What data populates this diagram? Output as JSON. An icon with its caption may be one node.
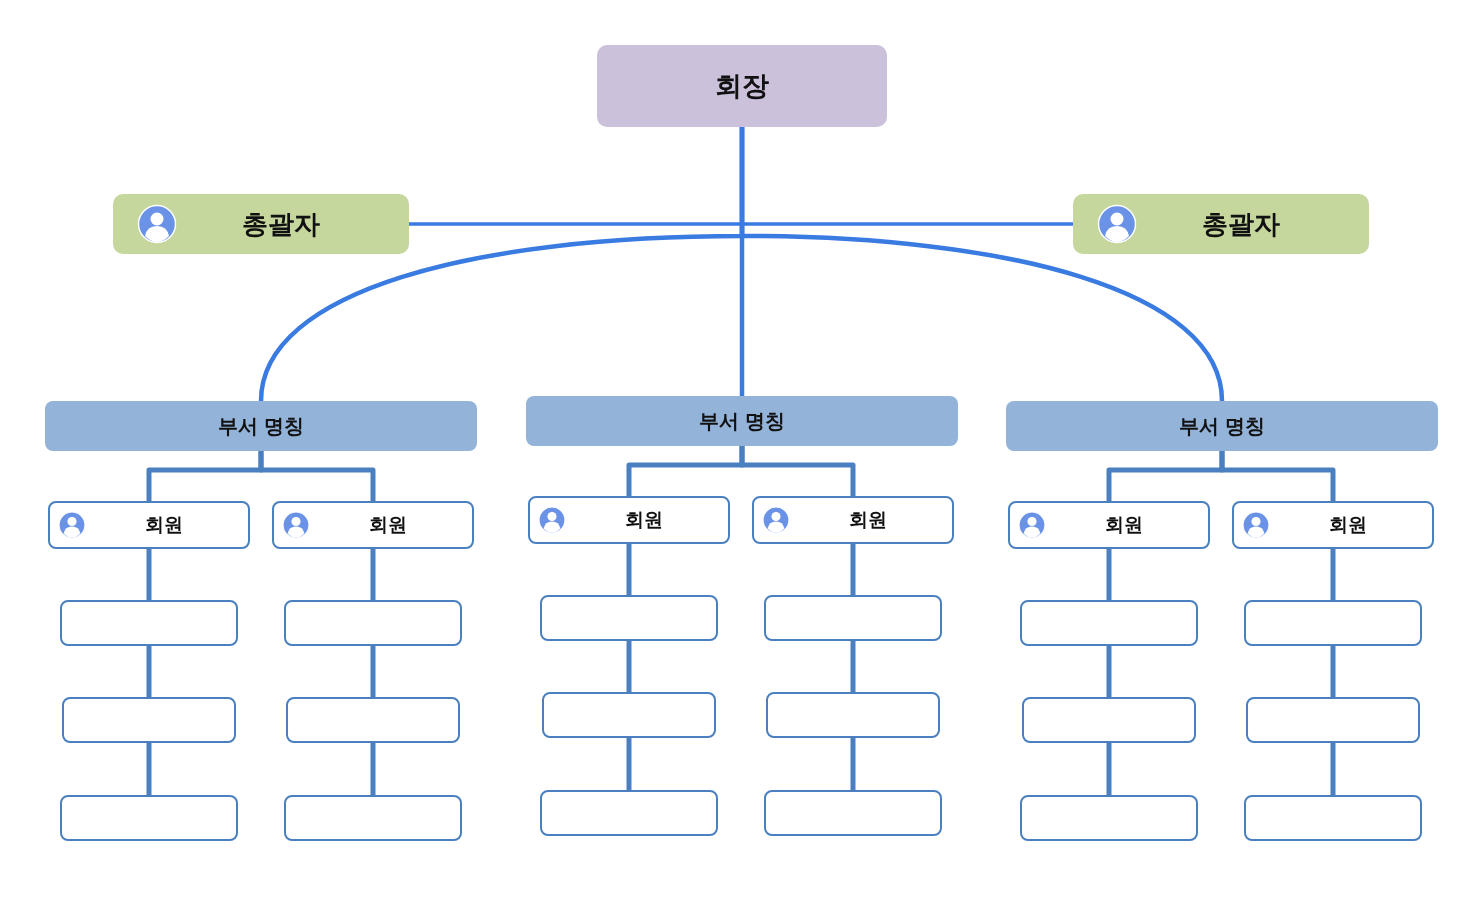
{
  "diagram": {
    "nodes": [
      {
        "text": [
          "회장"
        ]
      },
      {
        "text": [
          "총괄자"
        ]
      },
      {
        "text": [
          "총괄자"
        ]
      },
      {
        "text": [
          "부서 명칭"
        ]
      },
      {
        "text": [
          "부서 명칭"
        ]
      },
      {
        "text": [
          "부서 명칭"
        ]
      },
      {
        "text": [
          "회원"
        ]
      },
      {
        "text": [
          "회원"
        ]
      },
      {
        "text": [
          "회원"
        ]
      },
      {
        "text": [
          "회원"
        ]
      },
      {
        "text": [
          "회원"
        ]
      },
      {
        "text": [
          "회원"
        ]
      },
      {
        "text": [],
        "shape": "box"
      },
      {
        "text": [],
        "shape": "box"
      },
      {
        "text": [],
        "shape": "box"
      },
      {
        "text": [],
        "shape": "box"
      },
      {
        "text": [],
        "shape": "box"
      },
      {
        "text": [],
        "shape": "box"
      },
      {
        "text": [],
        "shape": "box"
      },
      {
        "text": [],
        "shape": "box"
      },
      {
        "text": [],
        "shape": "box"
      },
      {
        "text": [],
        "shape": "box"
      },
      {
        "text": [],
        "shape": "box"
      },
      {
        "text": [],
        "shape": "box"
      },
      {
        "text": [],
        "shape": "box"
      },
      {
        "text": [],
        "shape": "box"
      },
      {
        "text": [],
        "shape": "box"
      },
      {
        "text": [],
        "shape": "box"
      },
      {
        "text": [],
        "shape": "box"
      },
      {
        "text": [],
        "shape": "box"
      }
    ],
    "edges": [
      {
        "from": 0,
        "to": 1,
        "arrow": "none",
        "color": "#3a7be2"
      },
      {
        "from": 0,
        "to": 2,
        "arrow": "none",
        "color": "#3a7be2"
      },
      {
        "from": 0,
        "to": 3,
        "arrow": "none",
        "color": "#3a7be2"
      },
      {
        "from": 0,
        "to": 4,
        "arrow": "none",
        "color": "#3a7be2"
      },
      {
        "from": 0,
        "to": 5,
        "arrow": "none",
        "color": "#3a7be2"
      },
      {
        "from": 3,
        "to": 6,
        "arrow": "none"
      },
      {
        "from": 3,
        "to": 7,
        "arrow": "none"
      },
      {
        "from": 4,
        "to": 8,
        "arrow": "none"
      },
      {
        "from": 4,
        "to": 9,
        "arrow": "none"
      },
      {
        "from": 5,
        "to": 10,
        "arrow": "none"
      },
      {
        "from": 5,
        "to": 11,
        "arrow": "none"
      },
      {
        "from": 6,
        "to": 12,
        "arrow": "none"
      },
      {
        "from": 12,
        "to": 18,
        "arrow": "none"
      },
      {
        "from": 18,
        "to": 24,
        "arrow": "none"
      },
      {
        "from": 7,
        "to": 13,
        "arrow": "none"
      },
      {
        "from": 13,
        "to": 19,
        "arrow": "none"
      },
      {
        "from": 19,
        "to": 25,
        "arrow": "none"
      },
      {
        "from": 8,
        "to": 14,
        "arrow": "none"
      },
      {
        "from": 14,
        "to": 20,
        "arrow": "none"
      },
      {
        "from": 20,
        "to": 26,
        "arrow": "none"
      },
      {
        "from": 9,
        "to": 15,
        "arrow": "none"
      },
      {
        "from": 15,
        "to": 21,
        "arrow": "none"
      },
      {
        "from": 21,
        "to": 27,
        "arrow": "none"
      },
      {
        "from": 10,
        "to": 16,
        "arrow": "none"
      },
      {
        "from": 16,
        "to": 22,
        "arrow": "none"
      },
      {
        "from": 22,
        "to": 28,
        "arrow": "none"
      },
      {
        "from": 11,
        "to": 17,
        "arrow": "none"
      },
      {
        "from": 17,
        "to": 23,
        "arrow": "none"
      },
      {
        "from": 23,
        "to": 29,
        "arrow": "none"
      }
    ]
  }
}
